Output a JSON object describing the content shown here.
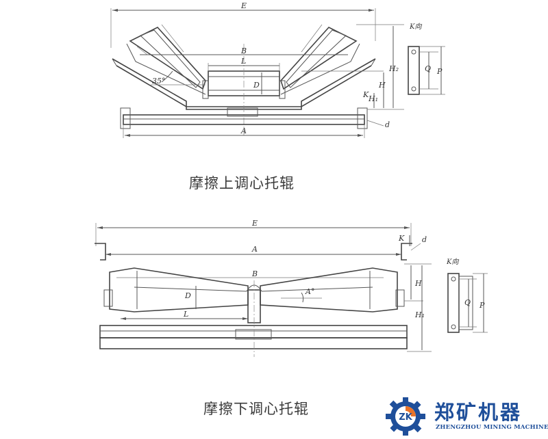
{
  "captions": {
    "top": "摩擦上调心托辊",
    "bottom": "摩擦下调心托辊"
  },
  "top_diagram": {
    "labels": {
      "E": "E",
      "B": "B",
      "L": "L",
      "A": "A",
      "D": "D",
      "H": "H",
      "H1": "H₁",
      "H2": "H₂",
      "K": "K",
      "d": "d",
      "angle": "35°",
      "k_view": "K向",
      "Q": "Q",
      "P": "P"
    }
  },
  "bottom_diagram": {
    "labels": {
      "E": "E",
      "A": "A",
      "B": "B",
      "L": "L",
      "D": "D",
      "H": "H",
      "H1": "H₁",
      "K": "K",
      "d": "d",
      "angle": "A°",
      "k_view": "K向",
      "Q": "Q",
      "P": "P"
    }
  },
  "logo": {
    "name": "郑矿机器",
    "subtitle": "ZHENGZHOU MINING MACHINERY",
    "mark": "ZK",
    "colors": {
      "brand_blue": "#1f4f9a",
      "brand_orange": "#e8732a"
    }
  }
}
